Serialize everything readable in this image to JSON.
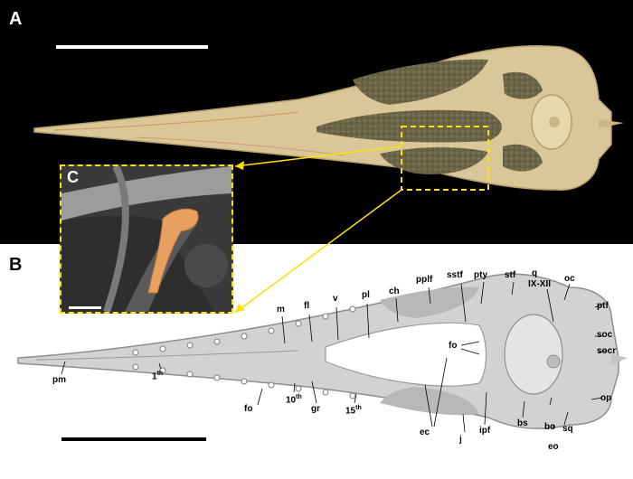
{
  "panels": {
    "a": "A",
    "b": "B",
    "c": "C"
  },
  "colors": {
    "highlight": "#ffe000",
    "bone": "#d9c79a",
    "matrix": "#6b6446",
    "render": "#c8c8c8",
    "accent_bone": "#e8a060"
  },
  "labels": {
    "m": "m",
    "fl": "fl",
    "v": "v",
    "pl": "pl",
    "ch": "ch",
    "pplf": "pplf",
    "sstf": "sstf",
    "pty": "pty",
    "stf": "stf",
    "q": "q",
    "ix_xii": "IX-XII",
    "oc": "oc",
    "ptf": "ptf",
    "soc": "soc",
    "socr": "socr",
    "op": "op",
    "sq": "sq",
    "eo": "eo",
    "bo": "bo",
    "bs": "bs",
    "ipf": "ipf",
    "j": "j",
    "ec": "ec",
    "fo_upper": "fo",
    "fo_lower": "fo",
    "pm": "pm",
    "gr": "gr",
    "tooth_1": "1",
    "tooth_1_suffix": "th",
    "tooth_10": "10",
    "tooth_10_suffix": "th",
    "tooth_15": "15",
    "tooth_15_suffix": "th"
  }
}
